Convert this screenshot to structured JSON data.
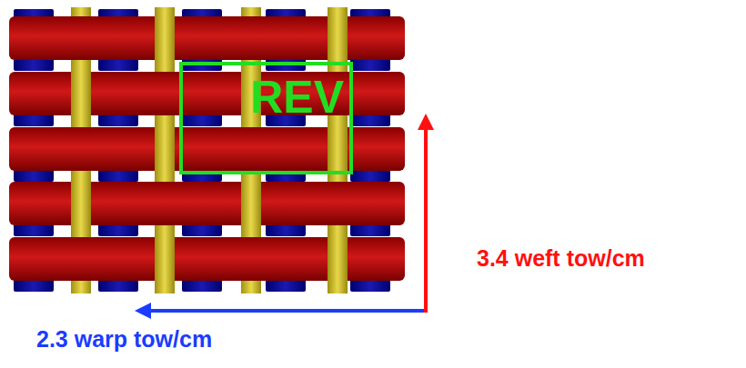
{
  "diagram": {
    "nodes": [
      {
        "text": [
          "REV"
        ]
      }
    ],
    "labels": [
      "3.4 weft tow/cm",
      "2.3 warp tow/cm"
    ]
  }
}
